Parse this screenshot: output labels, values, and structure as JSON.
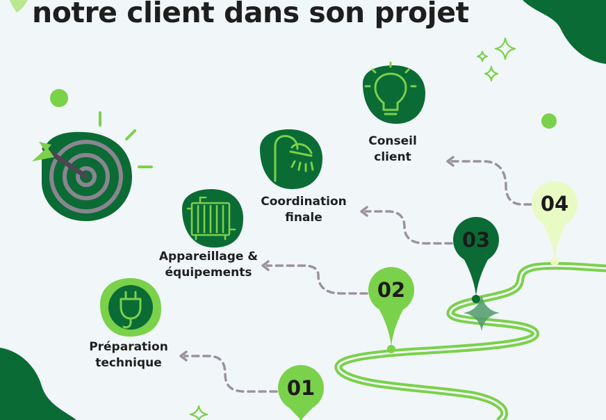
{
  "title": "notre client dans son projet",
  "colors": {
    "dark_green": "#0b6b35",
    "light_green": "#7ad14a",
    "pale_green": "#e9fbc4",
    "dash_gray": "#9a929e",
    "background": "#f1f6f8"
  },
  "steps": [
    {
      "number": "01",
      "label_line1": "Préparation",
      "label_line2": "technique",
      "icon": "plug-icon"
    },
    {
      "number": "02",
      "label_line1": "Appareillage &",
      "label_line2": "équipements",
      "icon": "radiator-icon"
    },
    {
      "number": "03",
      "label_line1": "Coordination",
      "label_line2": "finale",
      "icon": "shower-icon"
    },
    {
      "number": "04",
      "label_line1": "Conseil",
      "label_line2": "client",
      "icon": "lightbulb-icon"
    }
  ]
}
